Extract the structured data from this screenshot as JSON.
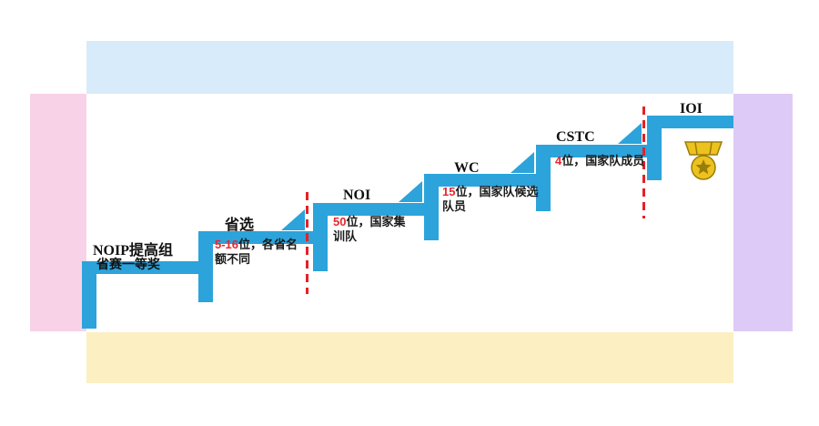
{
  "diagram": {
    "title_hint": "NOIP to IOI selection staircase",
    "stages": [
      {
        "id": "noip",
        "label": "NOIP提高组",
        "sublabel": "省赛一等奖"
      },
      {
        "id": "shengxuan",
        "label": "省选",
        "quota": "5-16",
        "desc": "位，各省名额不同"
      },
      {
        "id": "noi",
        "label": "NOI",
        "quota": "50",
        "desc": "位，国家集训队"
      },
      {
        "id": "wc",
        "label": "WC",
        "quota": "15",
        "desc": "位，国家队候选队员"
      },
      {
        "id": "cstc",
        "label": "CSTC",
        "quota": "4",
        "desc": "位，国家队成员"
      },
      {
        "id": "ioi",
        "label": "IOI",
        "icon": "medal-icon"
      }
    ],
    "colors": {
      "step_blue": "#2ca3db",
      "highlight_red": "#e8262b",
      "dash_red": "#e32226",
      "band_top_blue": "#d7ebfa",
      "band_left_pink": "#f8d3e7",
      "band_right_lavender": "#decaf6",
      "band_bottom_yellow": "#fcefc2",
      "medal_gold": "#edc21e"
    }
  }
}
